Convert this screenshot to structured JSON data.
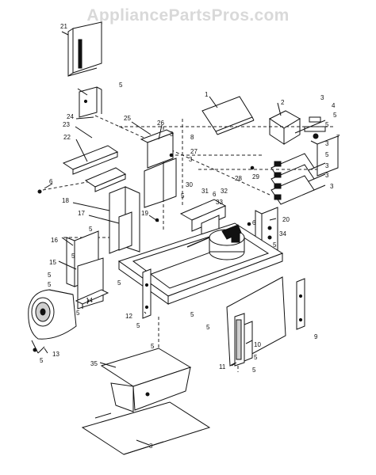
{
  "watermark": "AppliancePartsPros.com",
  "callouts": [
    {
      "id": "c21",
      "text": "21"
    },
    {
      "id": "c5a",
      "text": "5"
    },
    {
      "id": "c24",
      "text": "24"
    },
    {
      "id": "c23",
      "text": "23"
    },
    {
      "id": "c22",
      "text": "22"
    },
    {
      "id": "c25",
      "text": "25"
    },
    {
      "id": "c26",
      "text": "26"
    },
    {
      "id": "c3a",
      "text": "3"
    },
    {
      "id": "c8a",
      "text": "8"
    },
    {
      "id": "c27",
      "text": "27"
    },
    {
      "id": "c3b",
      "text": "3"
    },
    {
      "id": "c1",
      "text": "1"
    },
    {
      "id": "c2",
      "text": "2"
    },
    {
      "id": "c3c",
      "text": "3"
    },
    {
      "id": "c4",
      "text": "4"
    },
    {
      "id": "c5b",
      "text": "5"
    },
    {
      "id": "c5c",
      "text": "5"
    },
    {
      "id": "c7",
      "text": "7"
    },
    {
      "id": "c3d",
      "text": "3"
    },
    {
      "id": "c5d",
      "text": "5"
    },
    {
      "id": "c3e",
      "text": "3"
    },
    {
      "id": "c3f",
      "text": "3"
    },
    {
      "id": "c3g",
      "text": "3"
    },
    {
      "id": "c6a",
      "text": "6"
    },
    {
      "id": "c30",
      "text": "30"
    },
    {
      "id": "c5e",
      "text": "5"
    },
    {
      "id": "c31",
      "text": "31"
    },
    {
      "id": "c6b",
      "text": "6"
    },
    {
      "id": "c32",
      "text": "32"
    },
    {
      "id": "c33",
      "text": "33"
    },
    {
      "id": "c28",
      "text": "28"
    },
    {
      "id": "c29",
      "text": "29"
    },
    {
      "id": "c18",
      "text": "18"
    },
    {
      "id": "c17",
      "text": "17"
    },
    {
      "id": "c19",
      "text": "19"
    },
    {
      "id": "c6c",
      "text": "6"
    },
    {
      "id": "c20",
      "text": "20"
    },
    {
      "id": "c5f",
      "text": "5"
    },
    {
      "id": "c34",
      "text": "34"
    },
    {
      "id": "c5g",
      "text": "5"
    },
    {
      "id": "c16",
      "text": "16"
    },
    {
      "id": "c5h",
      "text": "5"
    },
    {
      "id": "c15",
      "text": "15"
    },
    {
      "id": "c5i",
      "text": "5"
    },
    {
      "id": "c5j",
      "text": "5"
    },
    {
      "id": "c5k",
      "text": "5"
    },
    {
      "id": "c14",
      "text": "14"
    },
    {
      "id": "c5l",
      "text": "5"
    },
    {
      "id": "c12",
      "text": "12"
    },
    {
      "id": "c5m",
      "text": "5"
    },
    {
      "id": "c5n",
      "text": "5"
    },
    {
      "id": "c9",
      "text": "9"
    },
    {
      "id": "c5o",
      "text": "5"
    },
    {
      "id": "c13",
      "text": "13"
    },
    {
      "id": "c10",
      "text": "10"
    },
    {
      "id": "c5p",
      "text": "5"
    },
    {
      "id": "c11",
      "text": "11"
    },
    {
      "id": "c5q",
      "text": "5"
    },
    {
      "id": "c5r",
      "text": "5"
    },
    {
      "id": "c35",
      "text": "35"
    },
    {
      "id": "c5s",
      "text": "5"
    },
    {
      "id": "c8b",
      "text": "8"
    }
  ]
}
